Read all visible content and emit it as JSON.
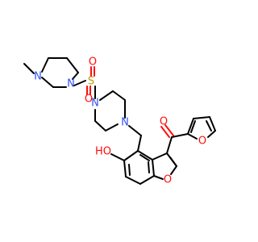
{
  "molecule": {
    "atoms": {
      "n_methyl": "N",
      "n_pip1_lower": "N",
      "s_sulfonyl": "S",
      "o_sulfonyl_top": "O",
      "o_sulfonyl_bottom": "O",
      "n_pip2_upper": "N",
      "n_pip2_lower": "N",
      "o_ketone": "O",
      "o_furan": "O",
      "o_hydroxyl": "HO",
      "o_benzofuran": "O"
    },
    "colors": {
      "carbon_bond": "#000000",
      "oxygen": "#ff0d0d",
      "nitrogen": "#3050f8",
      "sulfur": "#b8a000"
    }
  }
}
